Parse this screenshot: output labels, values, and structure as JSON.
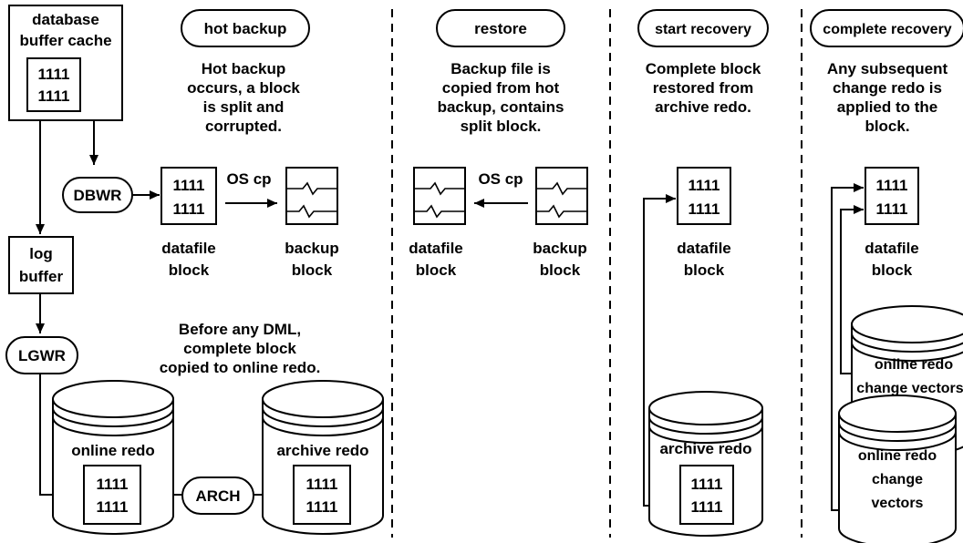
{
  "steps": {
    "hot_backup": "hot backup",
    "restore": "restore",
    "start_recovery": "start recovery",
    "complete_recovery": "complete recovery"
  },
  "block_value": "1111",
  "labels": {
    "database": "database",
    "buffer_cache": "buffer cache",
    "dbwr": "DBWR",
    "log": "log",
    "buffer": "buffer",
    "lgwr": "LGWR",
    "arch": "ARCH",
    "online_redo": "online redo",
    "archive_redo": "archive redo",
    "datafile": "datafile",
    "block": "block",
    "backup": "backup",
    "os_cp": "OS cp",
    "change_vectors": "change vectors",
    "change": "change",
    "vectors": "vectors"
  },
  "notes": {
    "hot_backup": [
      "Hot backup",
      "occurs, a block",
      "is split and",
      "corrupted."
    ],
    "before_dml": [
      "Before any DML,",
      "complete block",
      "copied to online redo."
    ],
    "restore": [
      "Backup file is",
      "copied from hot",
      "backup, contains",
      "split block."
    ],
    "start_recovery": [
      "Complete block",
      "restored from",
      "archive redo."
    ],
    "complete_recovery": [
      "Any subsequent",
      "change redo is",
      "applied to the",
      "block."
    ]
  }
}
